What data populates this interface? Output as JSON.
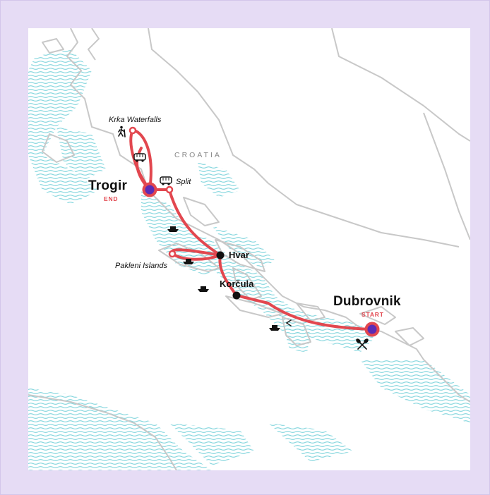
{
  "map": {
    "country_label": "CROATIA",
    "route_color": "#e2474f",
    "stop_color": "#5b2bb5",
    "water_color": "#7fd4dc",
    "coast_color": "#c8c8c8",
    "frame_color": "#e6dcf5"
  },
  "places": {
    "trogir": {
      "name": "Trogir",
      "tag": "END"
    },
    "dubrovnik": {
      "name": "Dubrovnik",
      "tag": "START"
    },
    "hvar": {
      "name": "Hvar"
    },
    "korcula": {
      "name": "Korčula"
    },
    "split": {
      "name": "Split"
    },
    "krka": {
      "name": "Krka Waterfalls"
    },
    "pakleni": {
      "name": "Pakleni Islands"
    }
  },
  "icons": {
    "transport": [
      "bus-icon",
      "ferry-icon",
      "boat-icon"
    ],
    "activities": [
      "hiking-icon",
      "kayak-paddles-icon"
    ],
    "direction": "direction-arrow-icon"
  }
}
